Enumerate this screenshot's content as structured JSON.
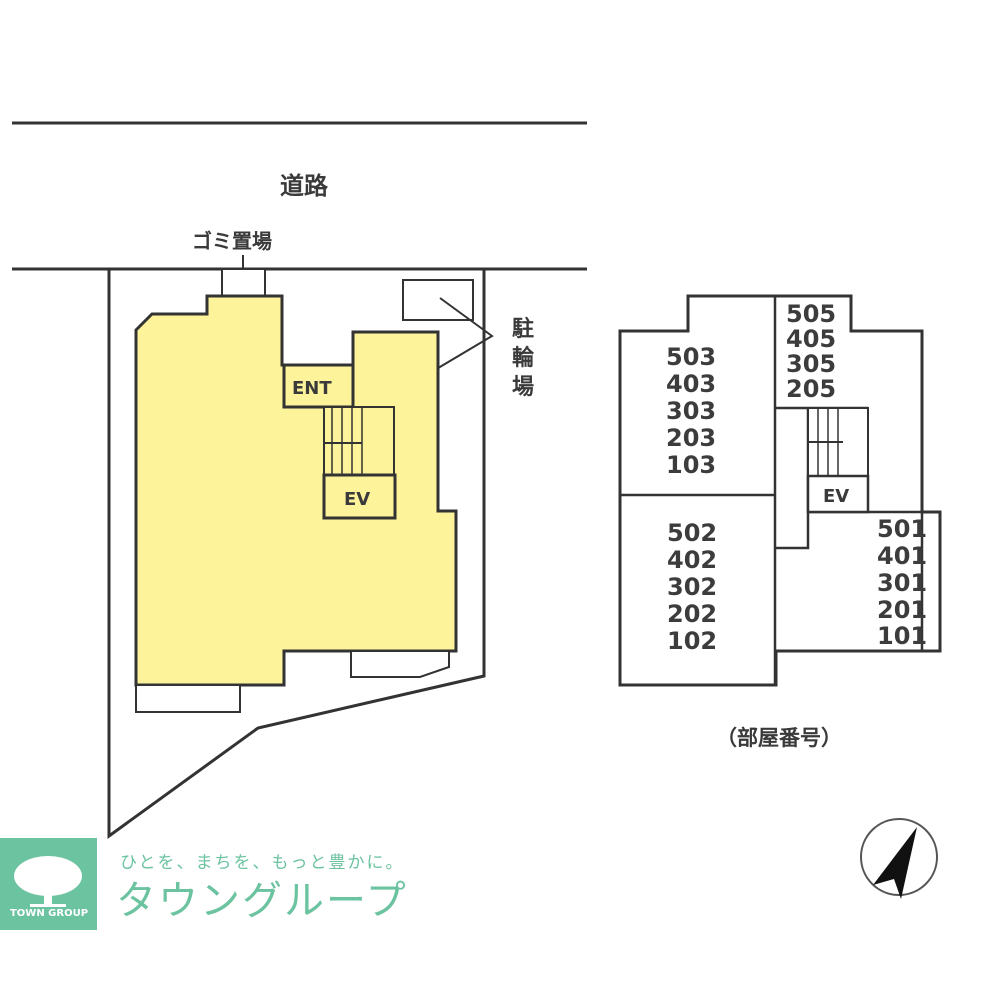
{
  "site_plan": {
    "road_label": "道路",
    "garbage_label": "ゴミ置場",
    "bicycle_parking_label": [
      "駐",
      "輪",
      "場"
    ],
    "entrance_label": "ENT",
    "elevator_label": "EV",
    "building_fill": "#fcf39a",
    "line_color": "#333333"
  },
  "room_plan": {
    "caption": "（部屋番号）",
    "elevator_label": "EV",
    "room_stacks": {
      "col03": [
        "503",
        "403",
        "303",
        "203",
        "103"
      ],
      "col05": [
        "505",
        "405",
        "305",
        "205"
      ],
      "col02": [
        "502",
        "402",
        "302",
        "202",
        "102"
      ],
      "col01": [
        "501",
        "401",
        "301",
        "201",
        "101"
      ]
    }
  },
  "compass": {
    "icon": "north-arrow-icon"
  },
  "logo": {
    "tagline": "ひとを、まちを、もっと豊かに。",
    "name": "タウングループ",
    "english": "TOWN GROUP",
    "color": "#6cc3a0"
  }
}
